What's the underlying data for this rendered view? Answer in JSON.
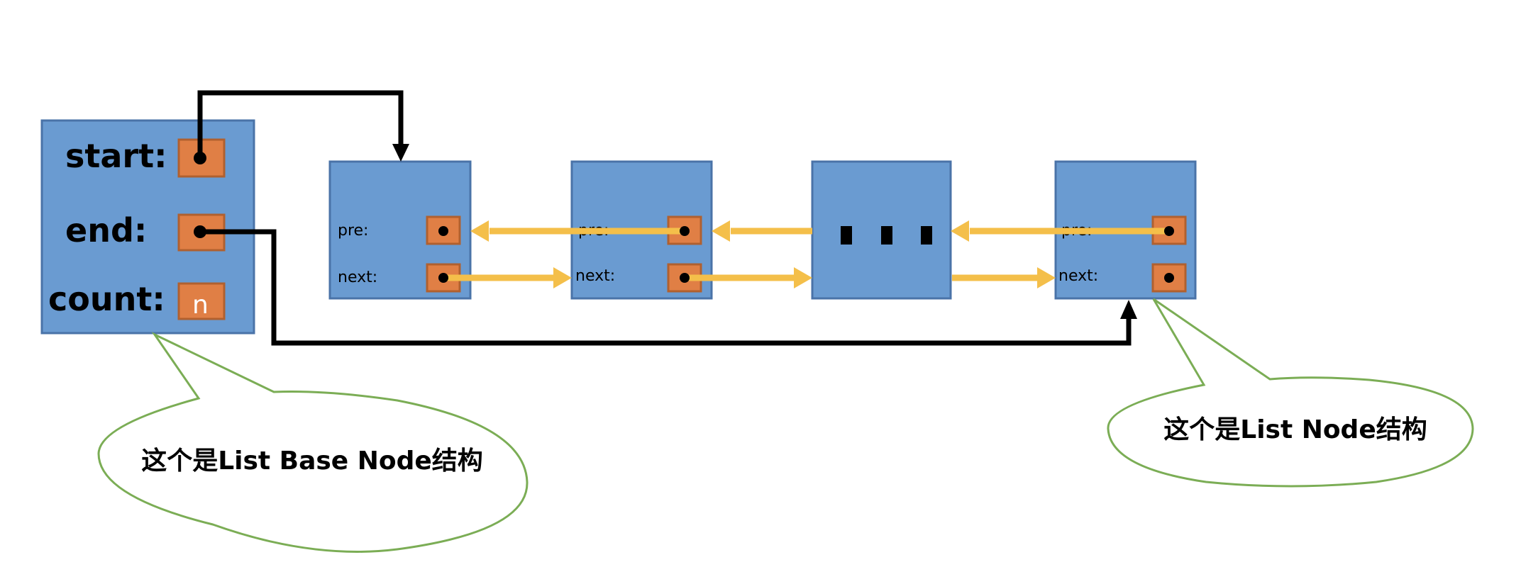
{
  "colors": {
    "node_fill": "#6a9bd1",
    "node_stroke": "#4a73a8",
    "slot_fill": "#e07f45",
    "slot_stroke": "#b0602f",
    "link_arrow": "#f4bf4a",
    "pointer_arrow": "#000000",
    "callout_stroke": "#7bad55"
  },
  "base_node": {
    "fields": [
      {
        "label": "start:",
        "slot": "pointer"
      },
      {
        "label": "end:",
        "slot": "pointer"
      },
      {
        "label": "count:",
        "slot": "value",
        "value": "n"
      }
    ]
  },
  "list_nodes": [
    {
      "id": "node-1",
      "fields": [
        {
          "label": "pre:"
        },
        {
          "label": "next:"
        }
      ]
    },
    {
      "id": "node-2",
      "fields": [
        {
          "label": "pre:"
        },
        {
          "label": "next:"
        }
      ]
    },
    {
      "id": "node-ellipsis",
      "ellipsis": true
    },
    {
      "id": "node-last",
      "fields": [
        {
          "label": "pre:"
        },
        {
          "label": "next:"
        }
      ]
    }
  ],
  "callouts": {
    "base": "这个是List Base Node结构",
    "node": "这个是List Node结构"
  }
}
